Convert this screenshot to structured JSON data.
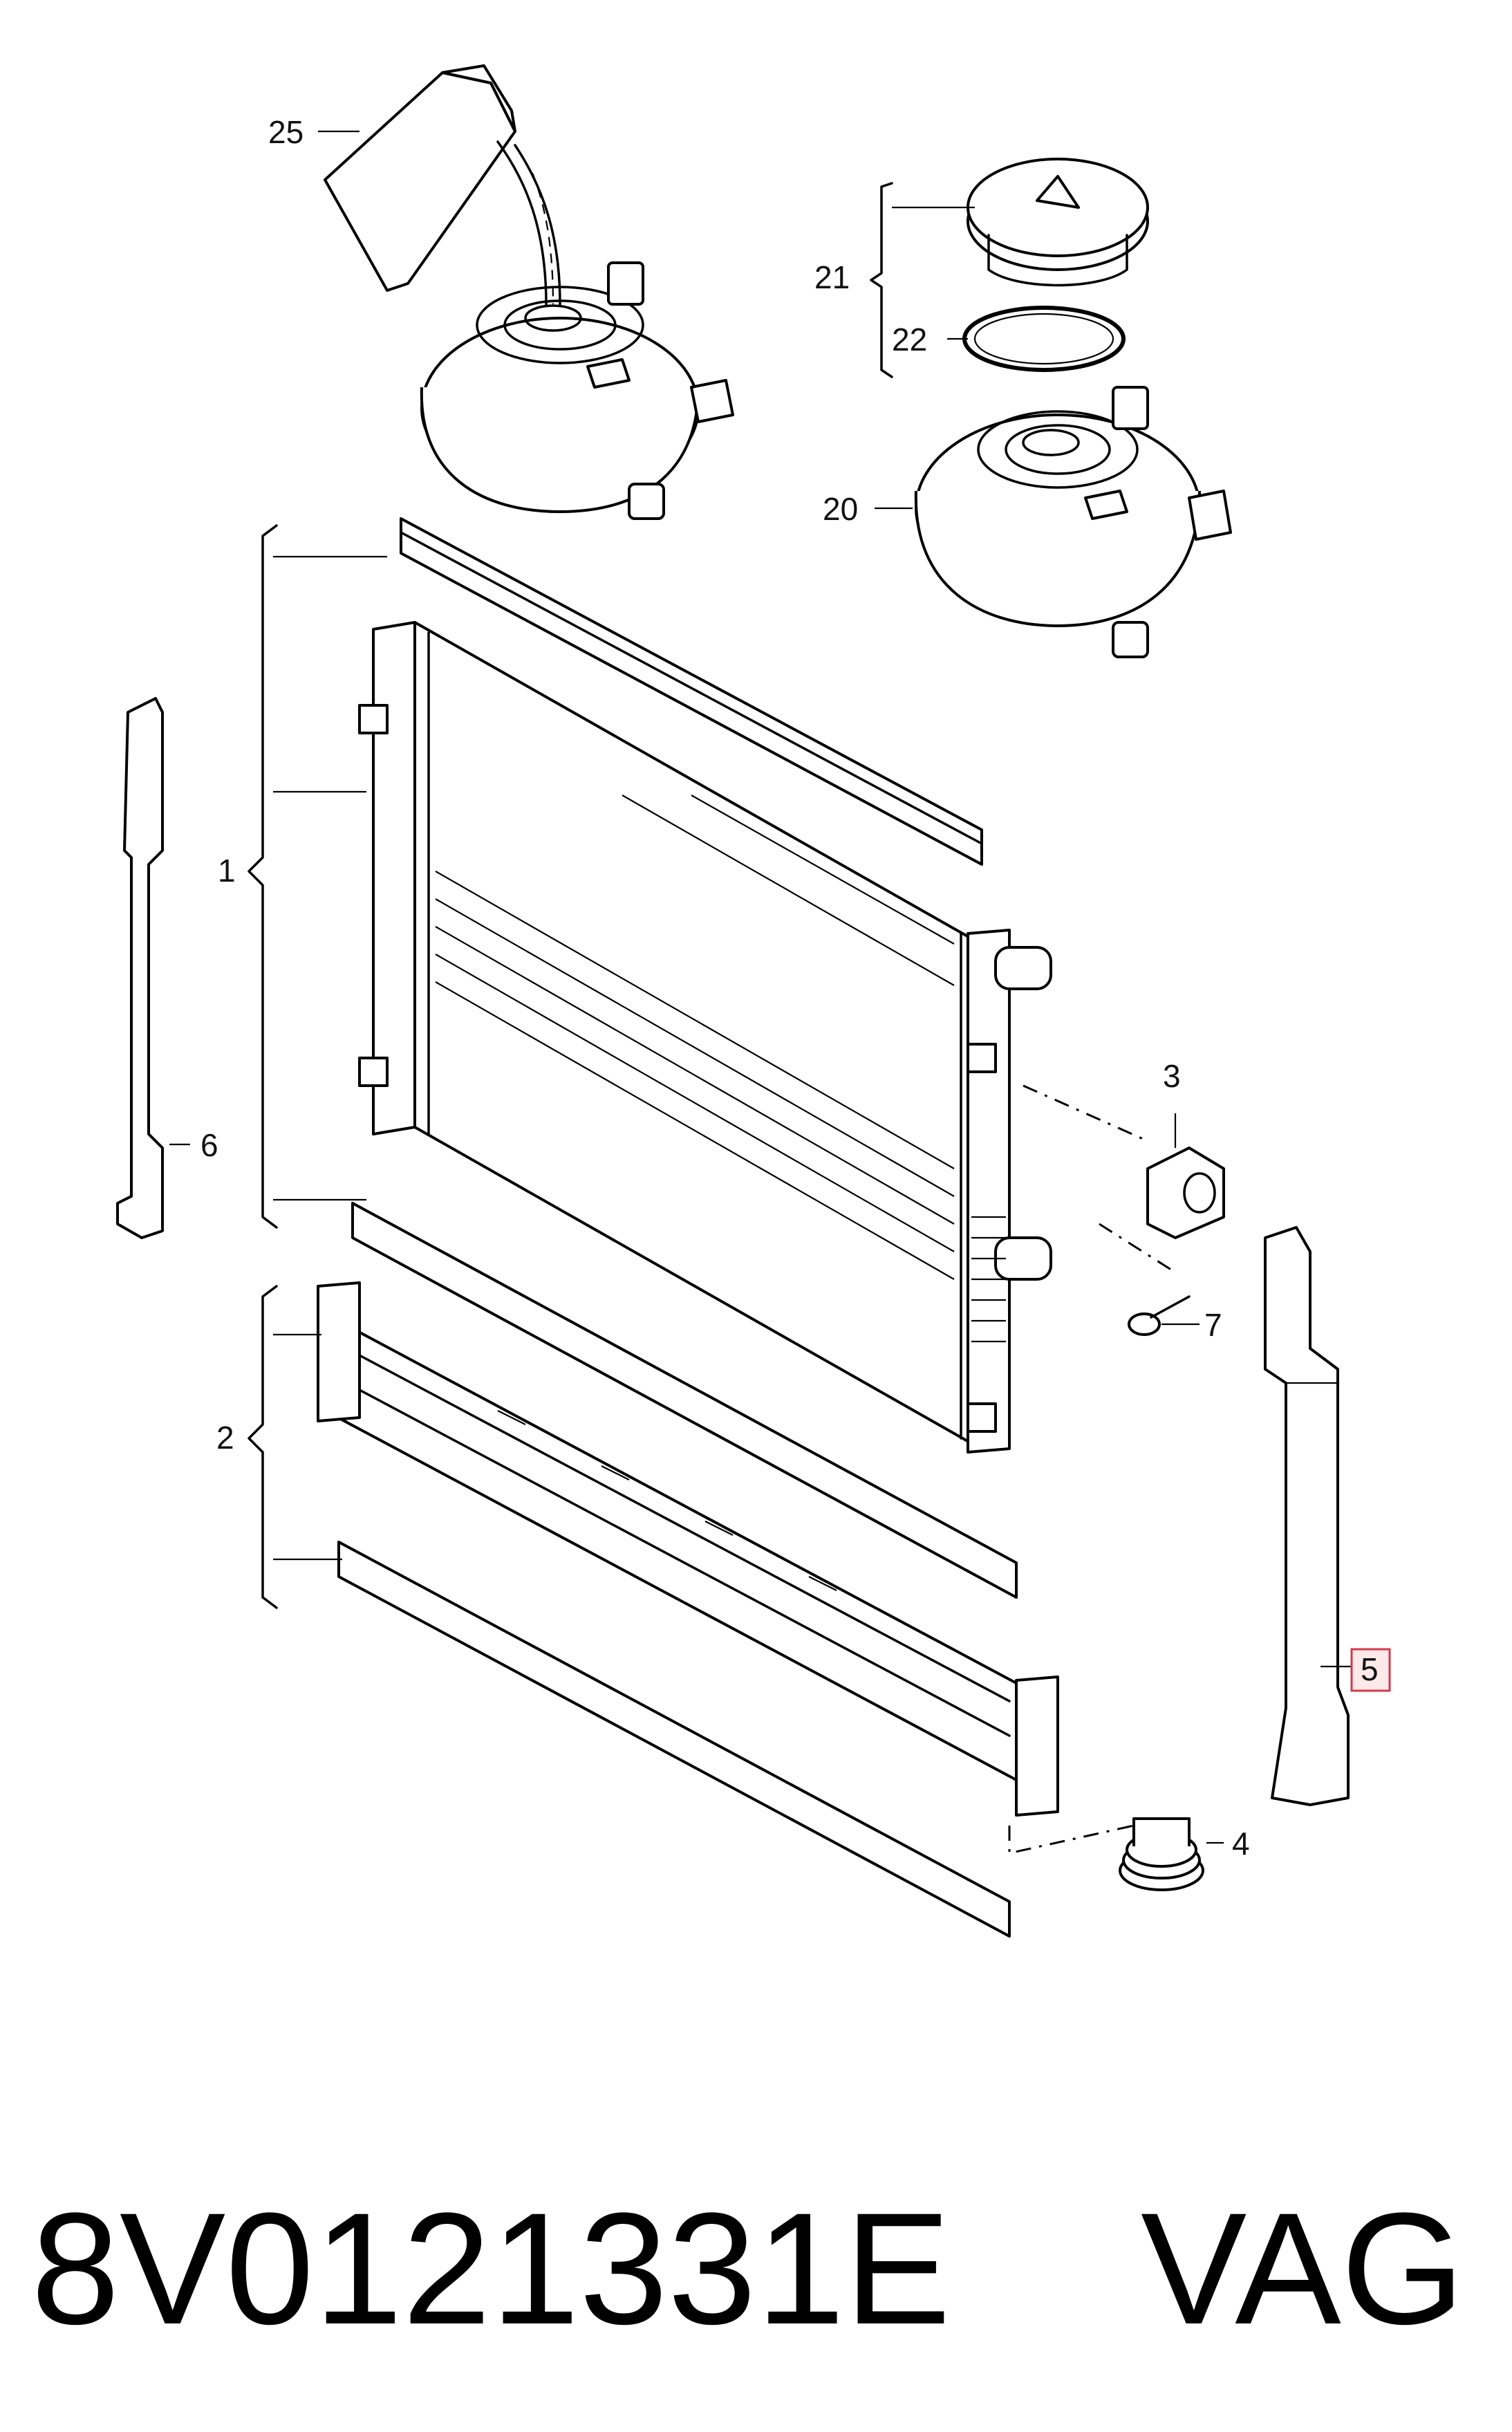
{
  "callouts": {
    "c25": "25",
    "c21": "21",
    "c22": "22",
    "c20": "20",
    "c1": "1",
    "c6": "6",
    "c3": "3",
    "c7": "7",
    "c2": "2",
    "c5": "5",
    "c4": "4"
  },
  "footer": {
    "part_number": "8V0121331E",
    "brand": "VAG"
  },
  "colors": {
    "line": "#000000",
    "highlight_border": "#d23a4a",
    "highlight_fill": "#fde8ea"
  }
}
